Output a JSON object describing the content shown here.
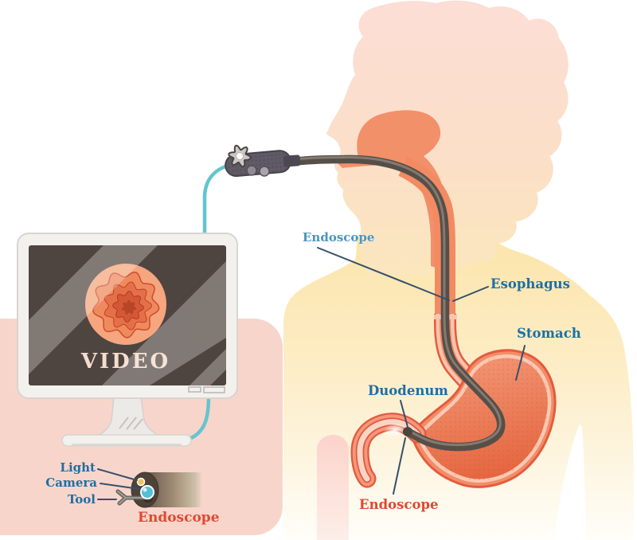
{
  "labels": {
    "endoscope_device": "Endoscope",
    "esophagus": "Esophagus",
    "stomach": "Stomach",
    "duodenum": "Duodenum",
    "endoscope_at_duodenum": "Endoscope",
    "tip_light": "Light",
    "tip_camera": "Camera",
    "tip_tool": "Tool",
    "tip_endoscope": "Endoscope"
  },
  "monitor": {
    "video_label": "VIDEO"
  },
  "colors": {
    "accent_blue": "#1d6fa4",
    "accent_blue_light": "#4a95bf",
    "accent_red": "#dd4a31",
    "pointer_navy": "#35506b",
    "skin_pink": "#fcded2",
    "body_yellow": "#fde8ae",
    "organ_salmon": "#f08562",
    "organ_outline": "#e45b3e",
    "scope_dark": "#564f49",
    "cable_teal": "#63c5cf",
    "panel_pink": "#f8d5cb",
    "screen_brown": "#4e4541",
    "video_text_cream": "#f6dccd",
    "monitor_frame": "#f3f1ee",
    "camera_teal": "#52c1d8",
    "light_yellow": "#e9c363"
  }
}
